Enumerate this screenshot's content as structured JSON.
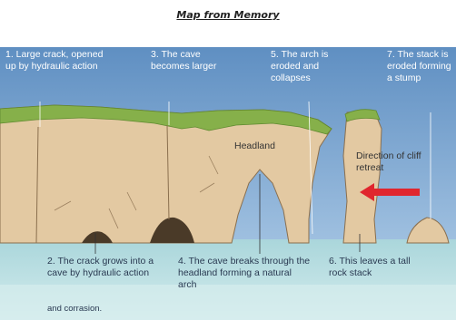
{
  "title": "Map from Memory",
  "labels": {
    "step1": "1. Large crack, opened up by hydraulic action",
    "step3": "3. The cave becomes larger",
    "step5": "5. The arch is eroded and collapses",
    "step7": "7. The stack is eroded forming a stump",
    "headland": "Headland",
    "direction": "Direction of cliff retreat",
    "step2a": "2. The crack grows into a cave by hydraulic action",
    "step2b": "and corrasion.",
    "step4": "4. The cave breaks through the headland forming a natural arch",
    "step6": "6. This leaves a tall rock stack"
  },
  "colors": {
    "sky": "#6e99c7",
    "cliff": "#e3c9a2",
    "grass": "#86b04a",
    "sea": "#bfe0e3",
    "arrow": "#e0262e"
  }
}
